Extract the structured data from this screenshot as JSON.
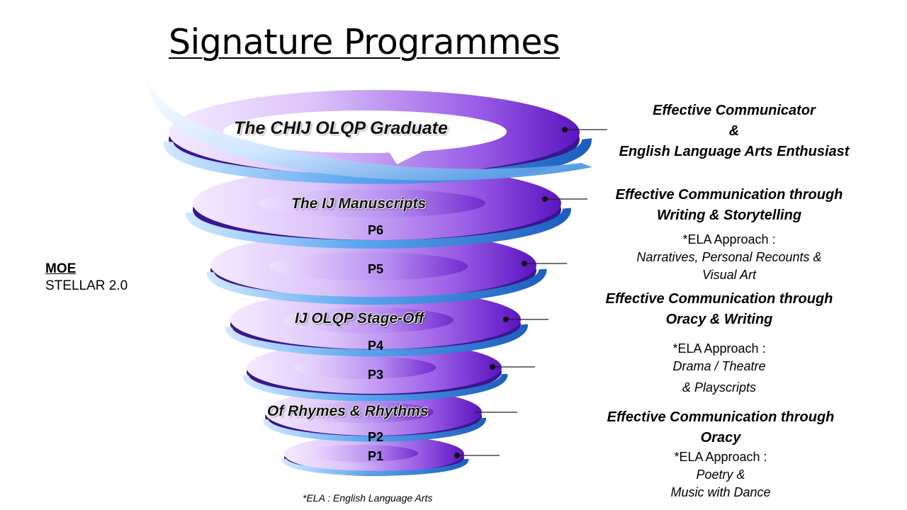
{
  "title": "Signature Programmes",
  "left_label": {
    "line1": "MOE",
    "line2": "STELLAR 2.0"
  },
  "spiral_levels": {
    "graduate": "The CHIJ OLQP Graduate",
    "manuscripts": "The IJ Manuscripts",
    "stage_off": "IJ OLQP Stage-Off",
    "rhymes": "Of Rhymes & Rhythms"
  },
  "grades": [
    "P6",
    "P5",
    "P4",
    "P3",
    "P2",
    "P1"
  ],
  "right_column": {
    "outcome": {
      "line1": "Effective Communicator",
      "line2": "&",
      "line3": "English Language Arts Enthusiast"
    },
    "upper": {
      "heading1": "Effective Communication through",
      "heading2": "Writing & Storytelling",
      "approach": "*ELA Approach :",
      "detail1": "Narratives, Personal Recounts &",
      "detail2": "Visual Art"
    },
    "middle": {
      "heading1": "Effective Communication through",
      "heading2": "Oracy & Writing",
      "approach": "*ELA Approach :",
      "detail1": "Drama / Theatre",
      "detail2": "& Playscripts"
    },
    "lower": {
      "heading1": "Effective Communication through",
      "heading2": "Oracy",
      "approach": "*ELA Approach :",
      "detail1": "Poetry &",
      "detail2": "Music with Dance"
    }
  },
  "footnote": "*ELA : English Language Arts",
  "colors": {
    "purple_dark": "#6a1fc4",
    "purple_light": "#f3e8ff",
    "blue_ribbon": "#3a8be0",
    "blue_light": "#bfe0ff"
  }
}
